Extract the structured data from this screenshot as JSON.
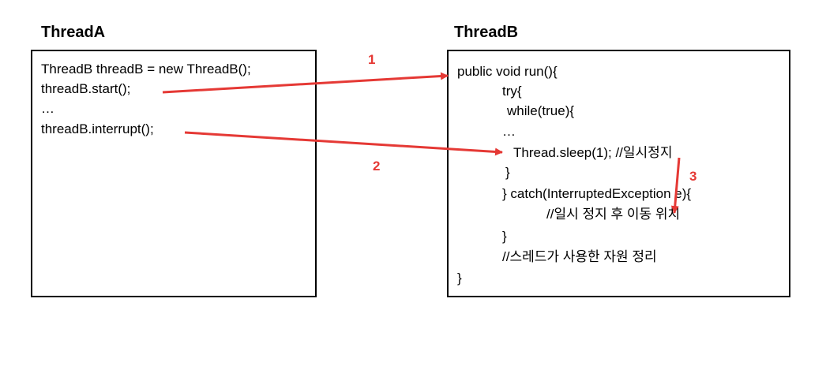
{
  "threadA": {
    "title": "ThreadA",
    "lines": [
      "ThreadB threadB = new ThreadB();",
      "threadB.start();",
      "…",
      "threadB.interrupt();"
    ]
  },
  "threadB": {
    "title": "ThreadB",
    "lines": [
      "public void run(){",
      "try{",
      "while(true){",
      "…",
      "Thread.sleep(1); //일시정지",
      "}",
      "} catch(InterruptedException e){",
      "//일시 정지 후 이동 위치",
      "}",
      "//스레드가 사용한 자원 정리",
      "}"
    ]
  },
  "steps": [
    "1",
    "2",
    "3"
  ],
  "colors": {
    "arrow": "#e53935",
    "text": "#000000",
    "border": "#000000"
  }
}
